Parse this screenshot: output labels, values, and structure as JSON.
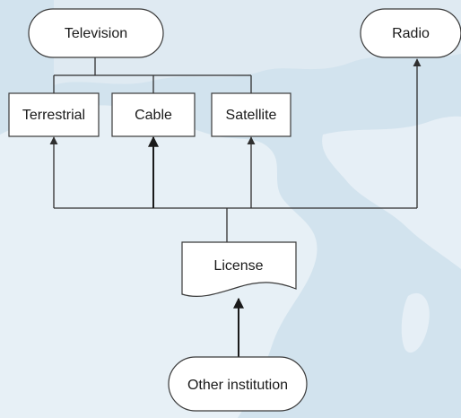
{
  "nodes": {
    "television": "Television",
    "radio": "Radio",
    "terrestrial": "Terrestrial",
    "cable": "Cable",
    "satellite": "Satellite",
    "license": "License",
    "other_institution": "Other institution"
  },
  "colors": {
    "background": "#d3e4ef",
    "map_land": "#e9f1f7",
    "node_fill": "#ffffff",
    "node_stroke": "#3a3a3a",
    "connector": "#2f2f2f"
  }
}
